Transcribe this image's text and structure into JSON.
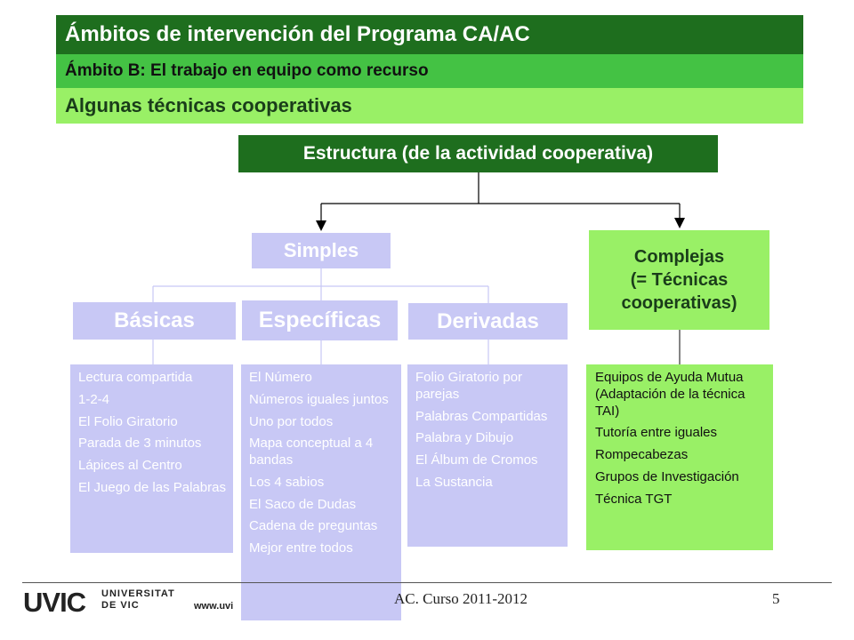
{
  "header": {
    "title": "Ámbitos de intervención del Programa CA/AC",
    "subtitle": "Ámbito B: El trabajo en equipo como recurso",
    "section": "Algunas técnicas cooperativas"
  },
  "diagram": {
    "root": "Estructura (de la actividad cooperativa)",
    "simples": "Simples",
    "complejas": [
      "Complejas",
      "(= Técnicas",
      "cooperativas)"
    ],
    "basicas": {
      "label": "Básicas",
      "items": [
        "Lectura compartida",
        "1-2-4",
        "El Folio Giratorio",
        "Parada de 3 minutos",
        "Lápices al Centro",
        "El Juego de las Palabras"
      ]
    },
    "especificas": {
      "label": "Específicas",
      "items": [
        "El Número",
        "Números iguales juntos",
        "Uno por todos",
        "Mapa conceptual a 4 bandas",
        "Los 4 sabios",
        "El Saco de Dudas",
        "Cadena de preguntas",
        "Mejor entre todos"
      ]
    },
    "derivadas": {
      "label": "Derivadas",
      "items": [
        "Folio Giratorio por parejas",
        "Palabras Compartidas",
        "Palabra y Dibujo",
        "El Álbum de Cromos",
        "La Sustancia"
      ]
    },
    "complejas_items": [
      "Equipos de Ayuda Mutua (Adaptación de la técnica TAI)",
      "Tutoría entre iguales",
      "Rompecabezas",
      "Grupos de Investigación",
      "Técnica TGT"
    ]
  },
  "footer": {
    "logo": "UVIC",
    "logo_text": [
      "UNIVERSITAT",
      "DE VIC"
    ],
    "website": "www.uvi",
    "course": "AC. Curso 2011-2012",
    "page": "5"
  }
}
